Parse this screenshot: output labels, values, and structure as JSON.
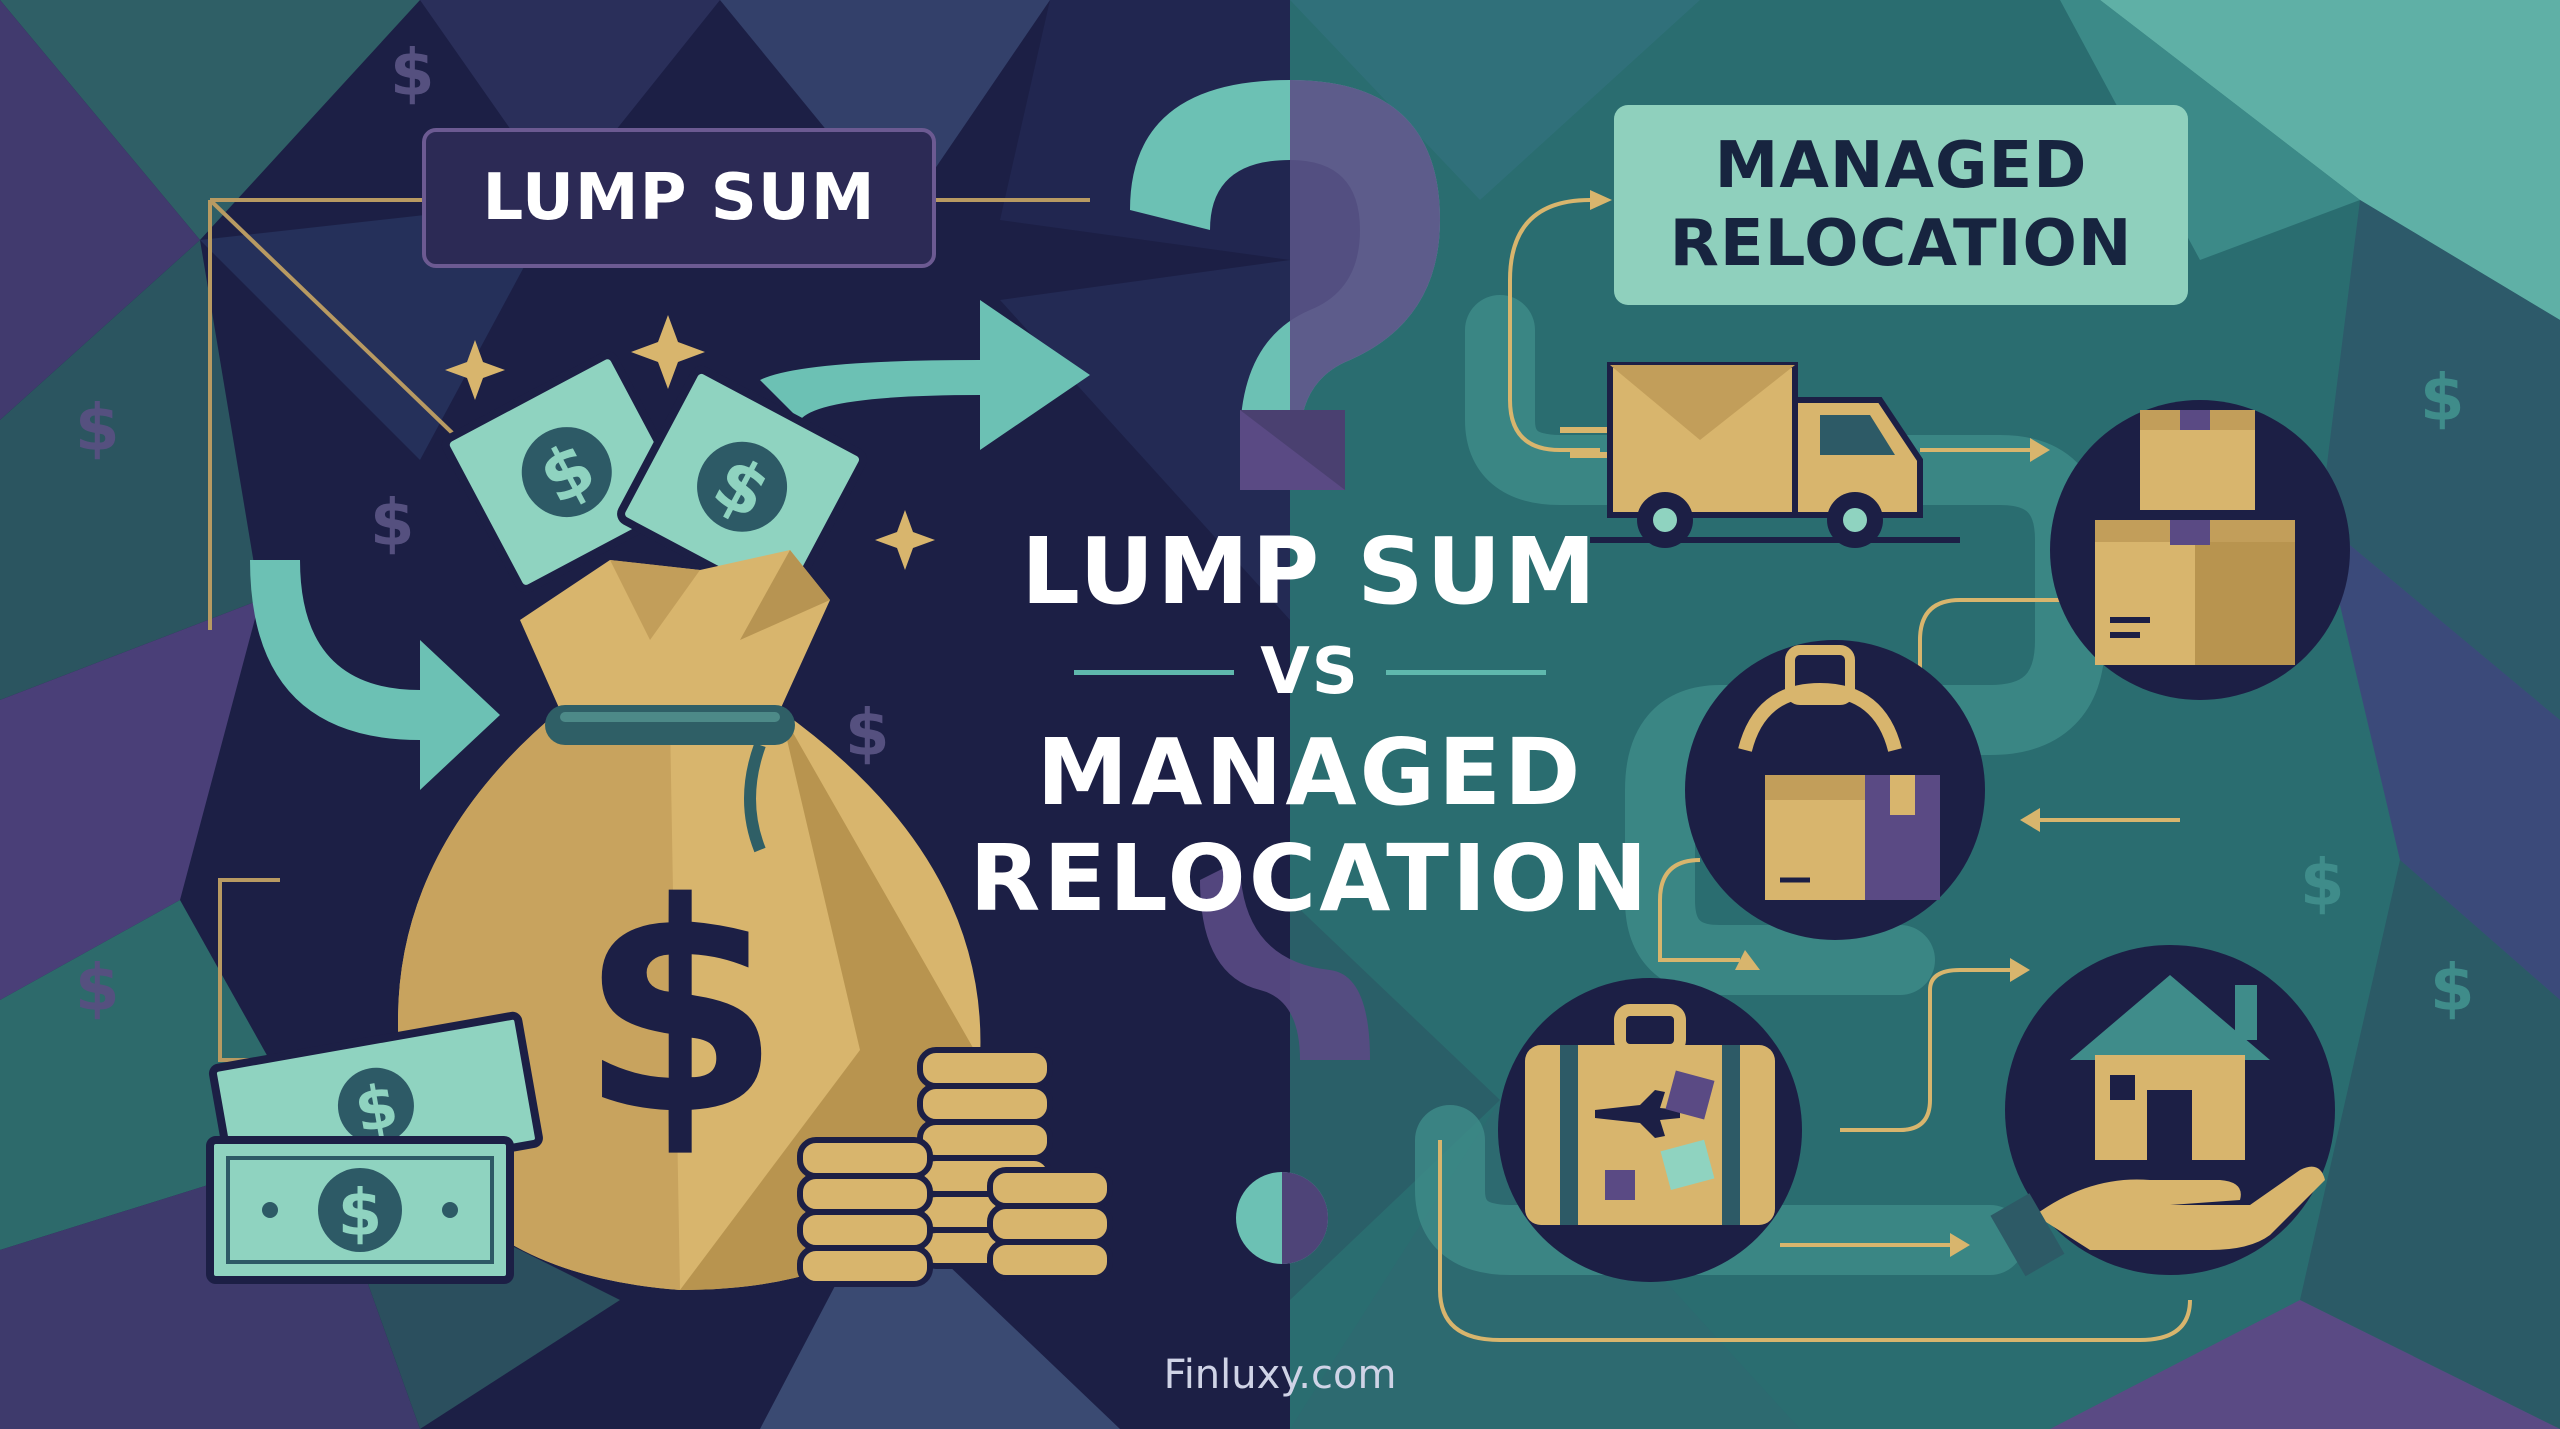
{
  "left_label": "LUMP SUM",
  "right_label_line1": "MANAGED",
  "right_label_line2": "RELOCATION",
  "center_title": {
    "line1": "LUMP SUM",
    "vs": "VS",
    "line2": "MANAGED",
    "line3": "RELOCATION"
  },
  "footer": "Finluxy.com",
  "colors": {
    "left_bg": "#1c1f45",
    "right_bg": "#2a6f72",
    "teal": "#6cc1b4",
    "gold": "#d8b56d",
    "purple": "#5c4b86"
  },
  "icons": [
    "money-bag-icon",
    "dollar-bill-icon",
    "coin-stack-icon",
    "sparkle-icon",
    "question-mark-icon",
    "delivery-truck-icon",
    "moving-boxes-icon",
    "bag-with-box-icon",
    "suitcase-icon",
    "house-in-hand-icon",
    "dollar-sign-icon"
  ]
}
